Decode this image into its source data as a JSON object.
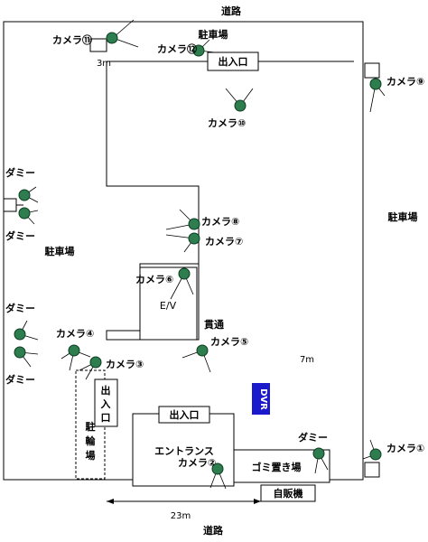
{
  "labels": {
    "road_top": "道路",
    "road_bottom": "道路",
    "parking_right": "駐車場",
    "parking_left": "駐車場",
    "parking_top": "駐車場",
    "entrance_top": "出入口",
    "entrance_bottom": "出入口",
    "entrance_vertical": "出入口",
    "bike_parking": "駐輪場",
    "ev": "E/V",
    "through": "貫通",
    "entrance_hall": "エントランス",
    "garbage": "ゴミ置き場",
    "vending": "自販機",
    "dvr": "DVR",
    "dim_3m": "3m",
    "dim_7m": "7m",
    "dim_23m": "23m"
  },
  "cameras": {
    "c1": "カメラ①",
    "c2": "カメラ②",
    "c3": "カメラ③",
    "c4": "カメラ④",
    "c5": "カメラ⑤",
    "c6": "カメラ⑥",
    "c7": "カメラ⑦",
    "c8": "カメラ⑧",
    "c9": "カメラ⑨",
    "c10": "カメラ⑩",
    "c11": "カメラ⑪",
    "c12": "カメラ⑫"
  },
  "dummies": {
    "d1": "ダミー",
    "d2": "ダミー",
    "d3": "ダミー",
    "d4": "ダミー",
    "d5": "ダミー"
  },
  "colors": {
    "camera": "#2e7d4f",
    "dvr": "#1a1acc"
  }
}
